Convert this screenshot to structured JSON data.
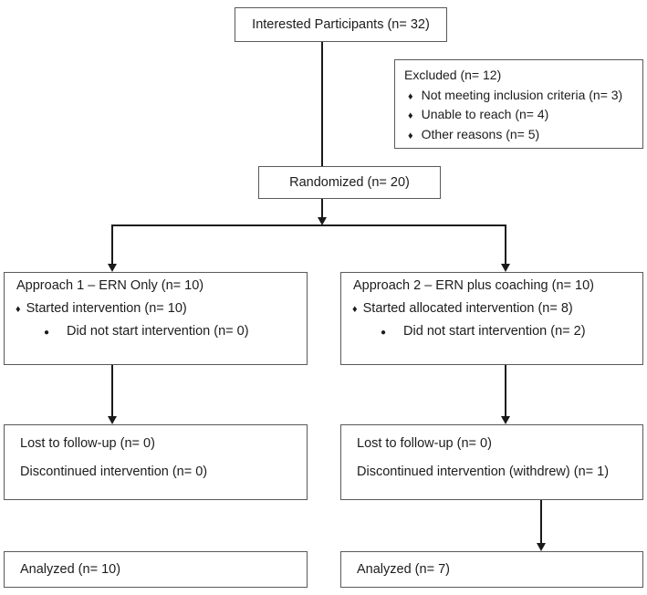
{
  "diagram": {
    "interested": {
      "label": "Interested Participants (n= 32)"
    },
    "excluded": {
      "title": "Excluded (n= 12)",
      "items": [
        {
          "bullet": "♦",
          "text": "Not meeting inclusion criteria (n= 3)"
        },
        {
          "bullet": "♦",
          "text": "Unable to reach (n= 4)"
        },
        {
          "bullet": "♦",
          "text": "Other reasons (n= 5)"
        }
      ]
    },
    "randomized": {
      "label": "Randomized (n= 20)"
    },
    "approach1": {
      "title": "Approach 1 – ERN Only (n= 10)",
      "items": [
        {
          "bullet": "♦",
          "text": "Started intervention (n= 10)"
        },
        {
          "bullet": "●",
          "text": "Did not start intervention (n= 0)"
        }
      ]
    },
    "approach2": {
      "title": "Approach 2 – ERN plus coaching (n= 10)",
      "items": [
        {
          "bullet": "♦",
          "text": "Started allocated intervention (n= 8)"
        },
        {
          "bullet": "●",
          "text": "Did not start intervention (n= 2)"
        }
      ]
    },
    "followup1": {
      "line1": "Lost to follow-up (n= 0)",
      "line2": "Discontinued intervention (n= 0)"
    },
    "followup2": {
      "line1": "Lost to follow-up (n= 0)",
      "line2": "Discontinued intervention (withdrew) (n= 1)"
    },
    "analyzed1": {
      "label": "Analyzed (n= 10)"
    },
    "analyzed2": {
      "label": "Analyzed (n= 7)"
    }
  },
  "colors": {
    "background": "#ffffff",
    "box_border": "#595959",
    "line": "#1a1a1a",
    "text": "#1c1c1c"
  }
}
